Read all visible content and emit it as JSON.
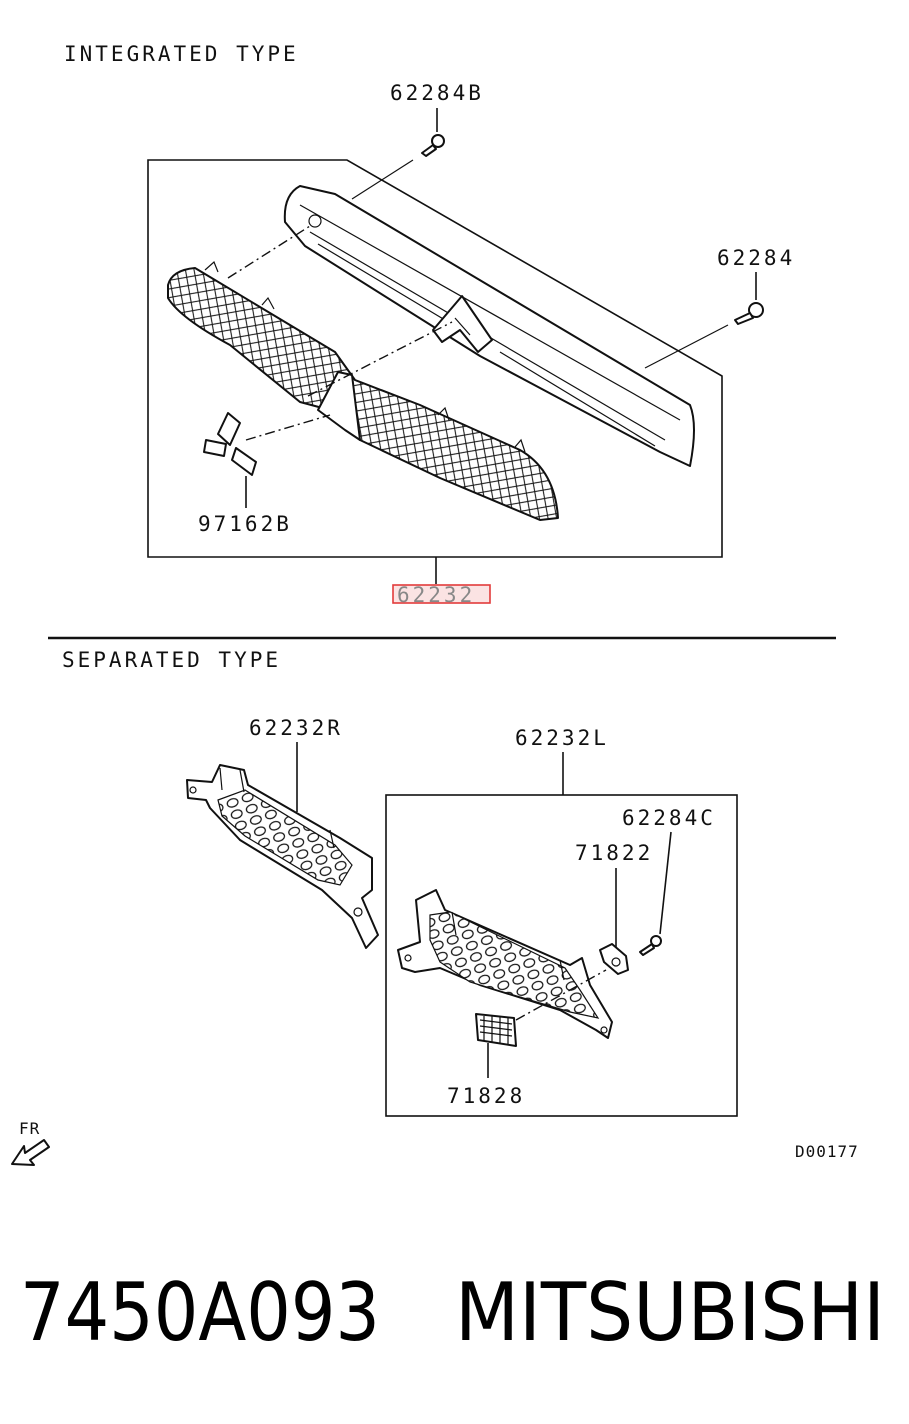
{
  "sections": {
    "integrated": {
      "title": "INTEGRATED TYPE",
      "parts": {
        "screw_b": "62284B",
        "screw": "62284",
        "emblem": "97162B",
        "grille_assembly": "62232"
      }
    },
    "separated": {
      "title": "SEPARATED TYPE",
      "parts": {
        "grille_right": "62232R",
        "grille_left": "62232L",
        "screw_c": "62284C",
        "clip": "71822",
        "lamp": "71828"
      }
    }
  },
  "orientation": "FR",
  "diagram_code": "D00177",
  "footer": {
    "part_number": "7450A093",
    "brand": "MITSUBISHI"
  },
  "colors": {
    "highlight_border": "#e23b3b",
    "highlight_fill": "#fbe3e3"
  }
}
